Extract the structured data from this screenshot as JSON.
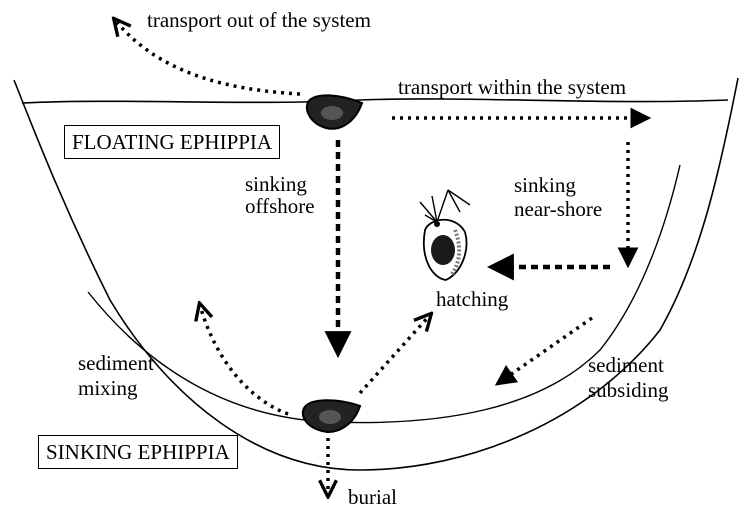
{
  "labels": {
    "transport_out": "transport out of the system",
    "transport_within": "transport within the system",
    "floating": "FLOATING EPHIPPIA",
    "sinking_offshore_1": "sinking",
    "sinking_offshore_2": "offshore",
    "sinking_nearshore_1": "sinking",
    "sinking_nearshore_2": "near-shore",
    "hatching": "hatching",
    "sediment_mixing_1": "sediment",
    "sediment_mixing_2": "mixing",
    "sediment_subsiding_1": "sediment",
    "sediment_subsiding_2": "subsiding",
    "sinking_ephippia": "SINKING EPHIPPIA",
    "burial": "burial"
  },
  "icons": [
    "ephippium-icon",
    "daphnia-icon"
  ]
}
